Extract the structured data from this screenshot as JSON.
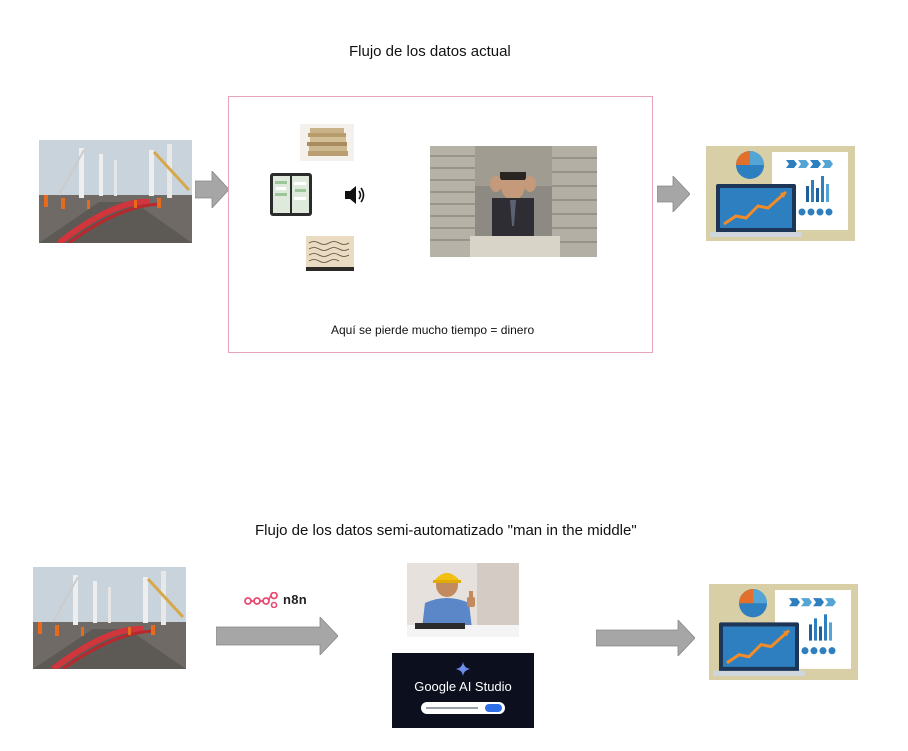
{
  "top_section": {
    "title": "Flujo de los datos actual",
    "caption": "Aquí se pierde mucho tiempo = dinero",
    "images": {
      "construction": "pipeline-construction-photo",
      "papers": "paper-stack-photo",
      "chat": "messaging-screenshots",
      "audio": "speaker-icon",
      "handwritten": "handwritten-note-photo",
      "overwhelmed": "overwhelmed-worker-photo",
      "dashboard": "analytics-dashboard-illustration"
    }
  },
  "bottom_section": {
    "title": "Flujo de los datos semi-automatizado \"man in the middle\"",
    "n8n_label": "n8n",
    "google_ai_studio": {
      "title": "Google AI Studio"
    },
    "images": {
      "construction": "pipeline-construction-photo",
      "engineer": "engineer-thumbs-up-photo",
      "dashboard": "analytics-dashboard-illustration"
    }
  },
  "colors": {
    "frame_border": "#e8a4b8",
    "arrow_fill": "#a6a6a6",
    "n8n_pink": "#ea4b71",
    "dashboard_bg": "#d9cfa7"
  }
}
